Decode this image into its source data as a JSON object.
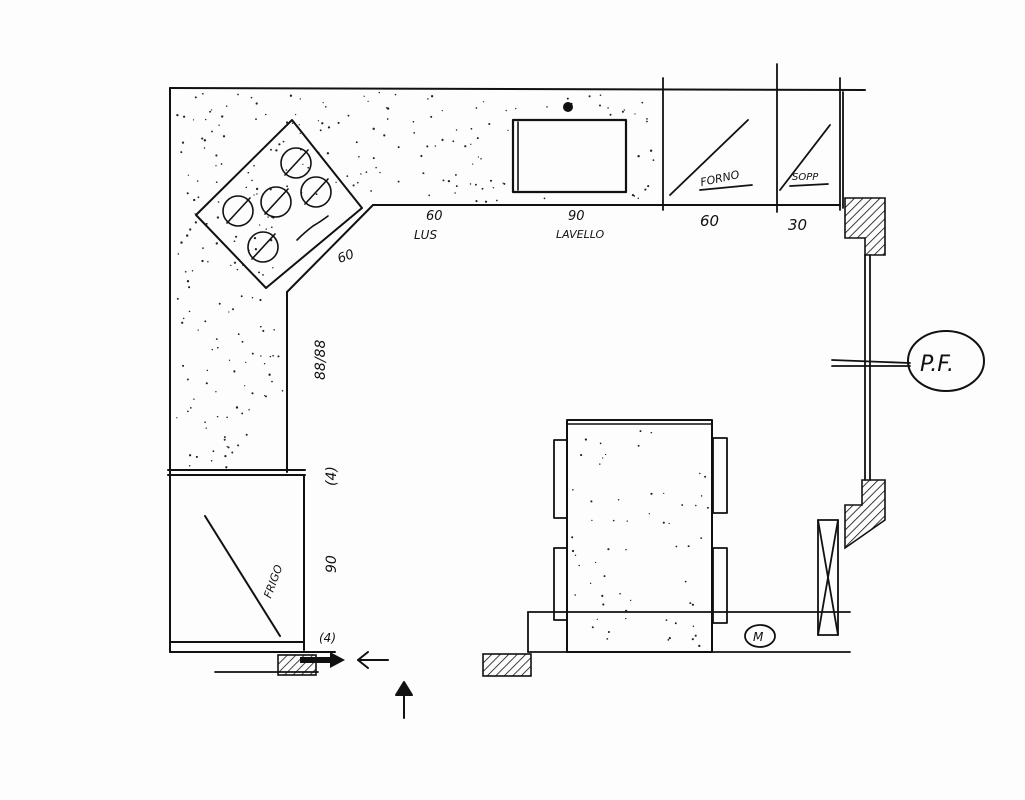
{
  "labels": {
    "hob_width": "60",
    "lus_width": "60",
    "lus": "LUS",
    "sink_width": "90",
    "sink": "LAVELLO",
    "oven_width": "60",
    "oven": "FORNO",
    "pantry_width": "30",
    "pantry": "SOPP",
    "corner_width": "88/88",
    "fridge": "FRIGO",
    "fridge_width": "90",
    "gap_top": "(4)",
    "gap_bottom": "(4)",
    "window": "P.F.",
    "m_tag": "M"
  }
}
